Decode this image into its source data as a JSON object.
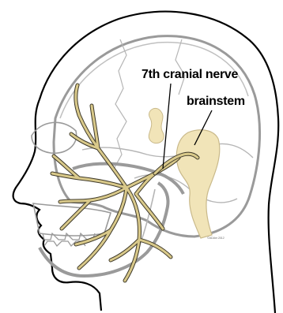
{
  "labels": {
    "nerve": "7th cranial nerve",
    "brainstem": "brainstem",
    "copyright": "©ADAm 2012"
  },
  "colors": {
    "nerve": "#d9c98a",
    "nerve_outline": "#3f3a2a",
    "brainstem": "#f1e4b8",
    "skull": "#9a9a9a",
    "outline": "#000000"
  }
}
